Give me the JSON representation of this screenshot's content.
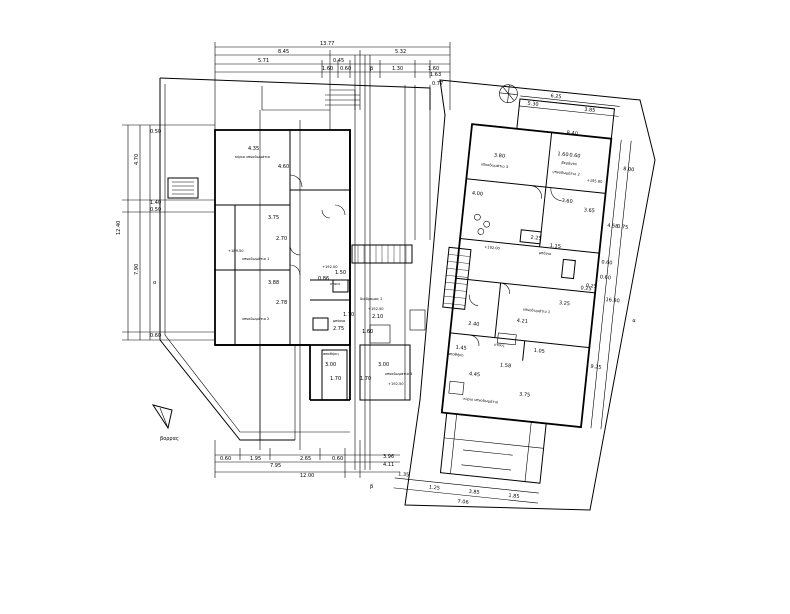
{
  "north_label": "βορρας",
  "section_marks": {
    "b_top": "β",
    "b_bottom": "β",
    "a_left": "α",
    "a_right": "α"
  },
  "left_plan": {
    "top_dims": {
      "overall": "13.77",
      "seg1": "8.45",
      "seg2": "5.32",
      "sub": [
        "5.71",
        "0.45",
        "1.60",
        "0.60",
        "1.30",
        "1.60",
        "1.63"
      ],
      "right_small": "0.77"
    },
    "bottom_dims": {
      "segs": [
        "0.60",
        "1.95",
        "2.65",
        "0.60"
      ],
      "overall_a": "7.95",
      "overall_b": "12.00",
      "right": [
        "3.96",
        "4.11"
      ]
    },
    "left_dims": {
      "overall": "12.40",
      "parts": [
        "4.70",
        "7.90",
        "0.50",
        "1.40",
        "0.50",
        "0.60"
      ]
    },
    "rooms": [
      {
        "name": "κύριο υπνοδωμάτιο",
        "w": "4.35",
        "h": "4.60"
      },
      {
        "name": "υπνοδωμάτιο 1",
        "w": "3.75",
        "h": "2.70"
      },
      {
        "name": "υπνοδωμάτιο 2",
        "w": "3.88",
        "h": "2.78"
      },
      {
        "name": "μπάνιο",
        "w": "2.75",
        "h": "1.70"
      },
      {
        "name": "αποθήκη",
        "w": "1.70",
        "h": "3.00"
      },
      {
        "name": "ντους",
        "w": "1.50",
        "h": "0.86"
      },
      {
        "name": "διάδρομος 2",
        "w": "2.10",
        "h": "1.60"
      },
      {
        "name": "υπνοδωμάτιο 3",
        "w": "1.70",
        "h": "3.00"
      }
    ],
    "levels": [
      "+192.00",
      "+189.50",
      "+192.50",
      "+192.50"
    ]
  },
  "right_plan": {
    "top_dims": [
      "6.25",
      "5.30",
      "3.85"
    ],
    "right_dims": [
      "8.00",
      "4.58",
      "0.75",
      "0.60",
      "0.60",
      "0.25",
      "16.80",
      "9.25"
    ],
    "bottom_dims": [
      "1.35",
      "1.25",
      "3.85",
      "1.85",
      "7.06"
    ],
    "rooms": [
      {
        "name": "υπνοδωμάτιο 3",
        "w": "3.80",
        "h": "4.00"
      },
      {
        "name": "υπνοδωμάτιο 2",
        "w": "3.60",
        "h": "3.65"
      },
      {
        "name": "μπάνιο",
        "w": "2.25",
        "h": "1.15"
      },
      {
        "name": "υπνοδωμάτιο 1",
        "w": "4.21",
        "h": "3.25"
      },
      {
        "name": "κύριο υπνοδωμάτιο",
        "w": "4.45",
        "h": "3.75"
      },
      {
        "name": "βεράντα",
        "w": "1.60",
        "h": "0.60"
      },
      {
        "name": "αποθήκη",
        "w": "1.45",
        "h": "2.40"
      },
      {
        "name": "ντους",
        "w": "1.05",
        "h": "1.58"
      }
    ],
    "levels": [
      "+195.80",
      "+192.00"
    ],
    "misc": [
      "8.40",
      "0.25"
    ]
  }
}
